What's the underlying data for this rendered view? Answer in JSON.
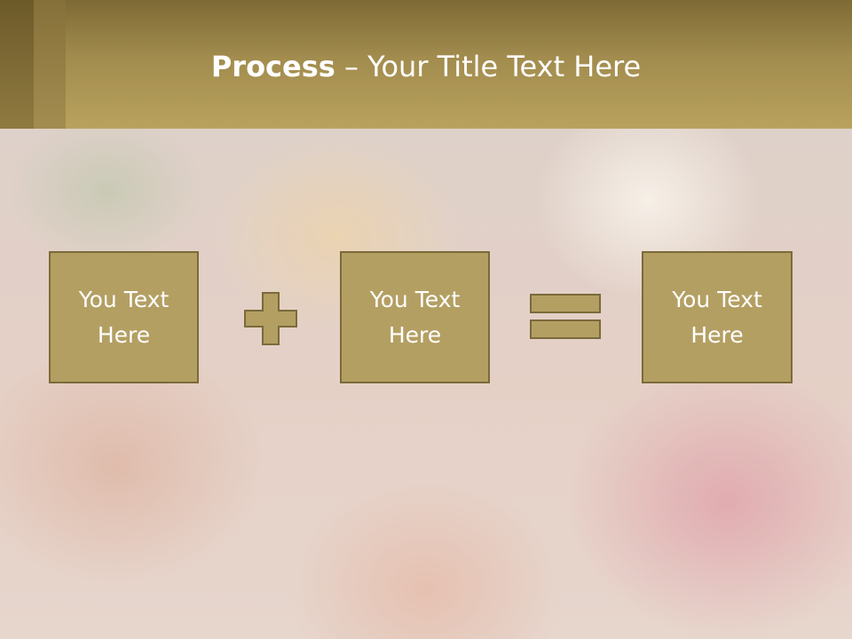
{
  "title": {
    "bold": "Process",
    "rest": " – Your Title Text Here"
  },
  "boxes": [
    {
      "line1": "You Text",
      "line2": "Here"
    },
    {
      "line1": "You Text",
      "line2": "Here"
    },
    {
      "line1": "You Text",
      "line2": "Here"
    }
  ],
  "operators": [
    "plus-icon",
    "equals-icon"
  ],
  "colors": {
    "header": "#b9a25e",
    "box_fill": "#b49f63",
    "box_border": "#7a6a3a",
    "text": "#ffffff"
  }
}
